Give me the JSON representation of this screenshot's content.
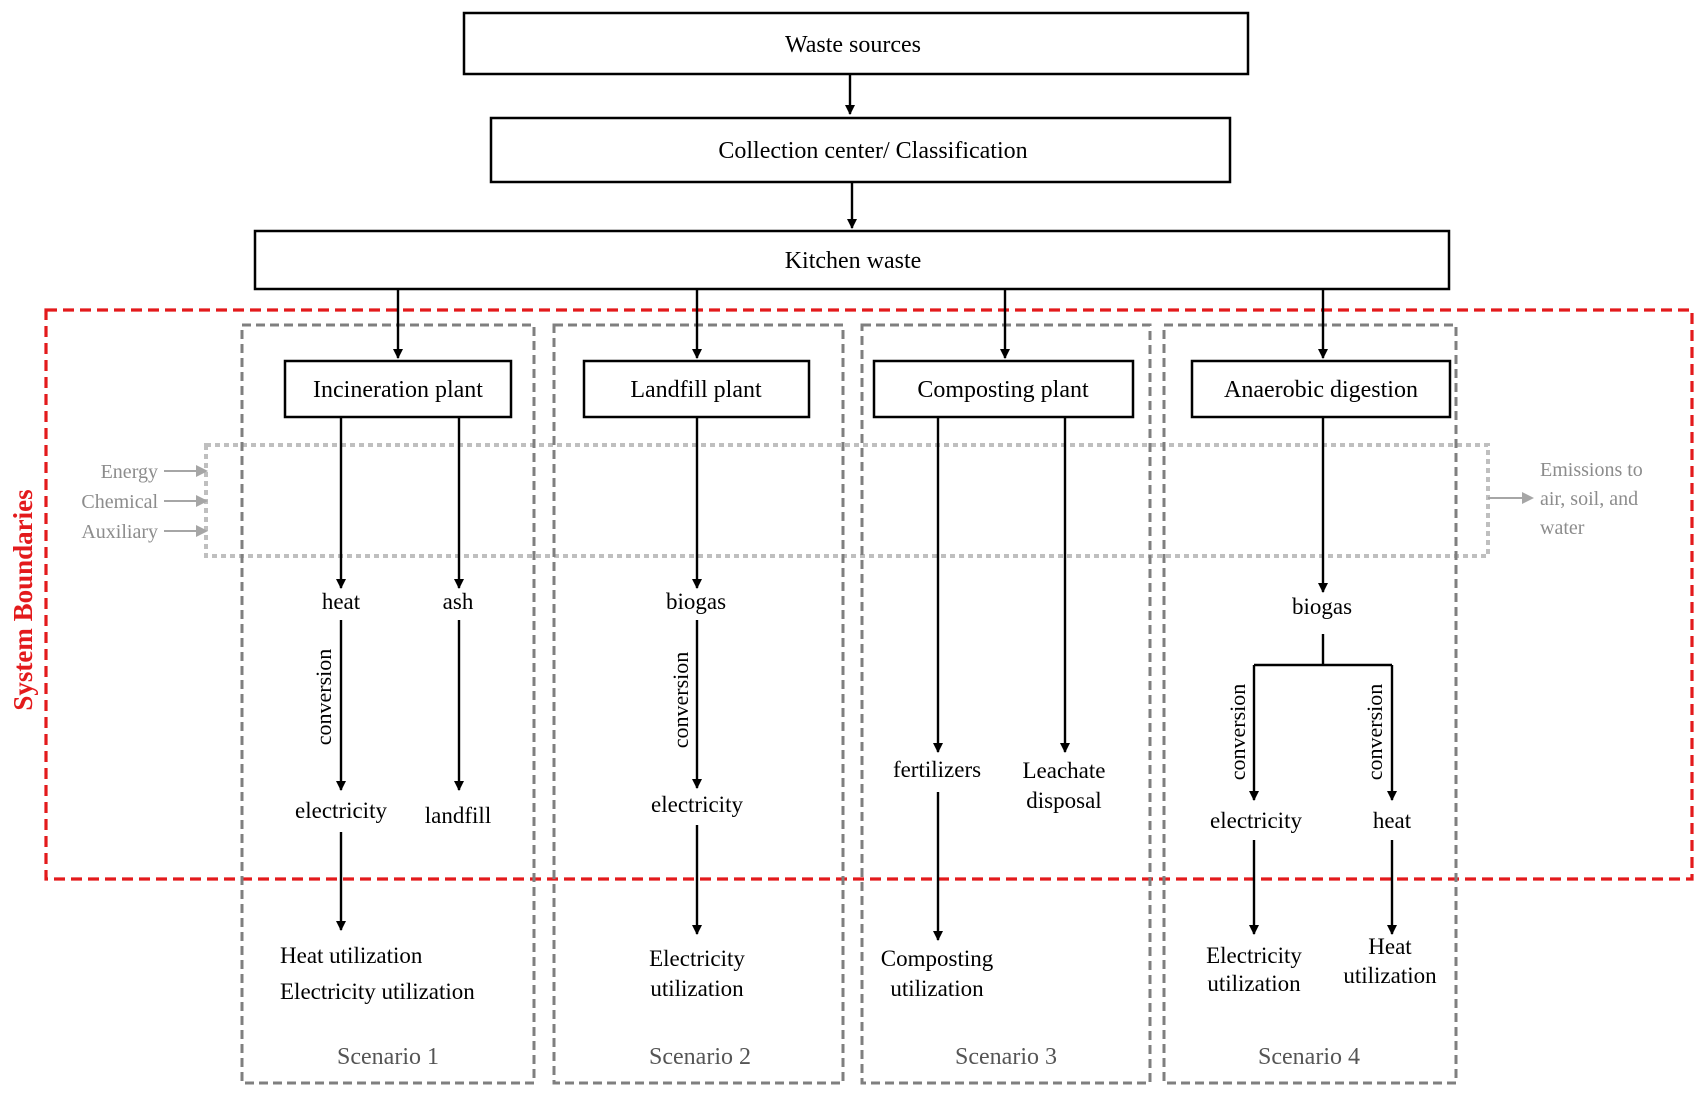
{
  "top": {
    "waste_sources": "Waste sources",
    "collection": "Collection center/ Classification",
    "kitchen_waste": "Kitchen waste"
  },
  "system_boundary": {
    "label": "System Boundaries",
    "color": "#e31a1c"
  },
  "inputs": [
    "Energy",
    "Chemical",
    "Auxiliary"
  ],
  "emissions": [
    "Emissions to",
    "air, soil, and",
    "water"
  ],
  "scenarios": {
    "s1": {
      "plant": "Incineration plant",
      "heat": "heat",
      "ash": "ash",
      "conversion": "conversion",
      "electricity": "electricity",
      "landfill": "landfill",
      "utilization_1": "Heat utilization",
      "utilization_2": "Electricity utilization",
      "title": "Scenario 1"
    },
    "s2": {
      "plant": "Landfill plant",
      "biogas": "biogas",
      "conversion": "conversion",
      "electricity": "electricity",
      "utilization_1": "Electricity",
      "utilization_2": "utilization",
      "title": "Scenario 2"
    },
    "s3": {
      "plant": "Composting plant",
      "fertilizers": "fertilizers",
      "leachate_1": "Leachate",
      "leachate_2": "disposal",
      "utilization_1": "Composting",
      "utilization_2": "utilization",
      "title": "Scenario 3"
    },
    "s4": {
      "plant": "Anaerobic digestion",
      "biogas": "biogas",
      "conversion_left": "conversion",
      "conversion_right": "conversion",
      "electricity": "electricity",
      "heat": "heat",
      "elec_util_1": "Electricity",
      "elec_util_2": "utilization",
      "heat_util_1": "Heat",
      "heat_util_2": "utilization",
      "title": "Scenario 4"
    }
  }
}
